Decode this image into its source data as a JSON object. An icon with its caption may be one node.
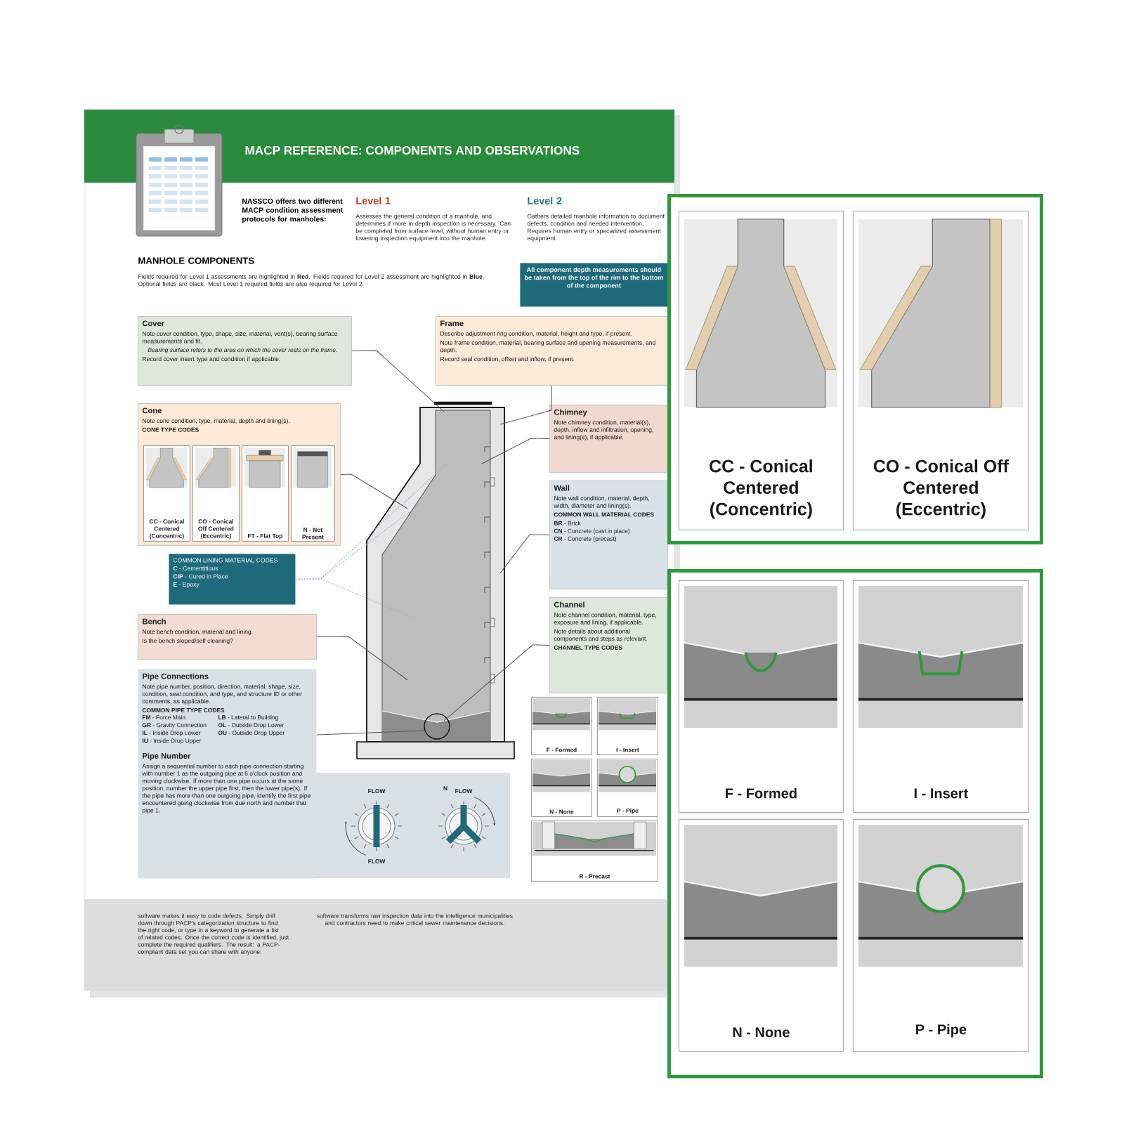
{
  "diagram": {
    "title": "MACP REFERENCE: COMPONENTS AND OBSERVATIONS",
    "nodes": [
      {
        "text": [
          "All component depth measurements should be taken from the top of the rim to the bottom of the component"
        ]
      },
      {
        "text": [
          "Cover",
          "Note cover condition, type, shape, size, material, vent(s), bearing surface measurements and fit.",
          "Bearing surface refers to the area on which the cover rests on the frame.",
          "Record cover insert type and condition if applicable."
        ]
      },
      {
        "text": [
          "Frame",
          "Describe adjustment ring condition, material, height and type, if present.",
          "Note frame condition, material, bearing surface and opening measurements, and depth.",
          "Record seal condition, offset and inflow, if present."
        ]
      },
      {
        "text": [
          "Cone",
          "Note cone condition, type, material, depth and lining(s).",
          "CONE TYPE CODES"
        ]
      },
      {
        "text": [
          "CC - Conical Centered (Concentric)"
        ],
        "in": 3
      },
      {
        "text": [
          "CO - Conical Off Centered (Eccentric)"
        ],
        "in": 3
      },
      {
        "text": [
          "FT - Flat Top"
        ],
        "in": 3
      },
      {
        "text": [
          "N - Not Present"
        ],
        "in": 3
      },
      {
        "text": [
          "Chimney",
          "Note chimney condition, material(s), depth, inflow and infiltration, opening, and lining(s), if applicable."
        ]
      },
      {
        "text": [
          "Wall",
          "Note wall condition, material, depth, width, diameter and lining(s).",
          "COMMON WALL MATERIAL CODES",
          "**BR** - Brick",
          "**CN** - Concrete (cast in place)",
          "**CR** - Concrete (precast)"
        ]
      },
      {
        "text": [
          "COMMON LINING MATERIAL CODES",
          "**C** - Cementitious",
          "**CIP** - Cured in Place",
          "**E** - Epoxy"
        ]
      },
      {
        "text": [
          "Bench",
          "Note bench condition, material and lining.",
          "Is the bench sloped/self cleaning?"
        ]
      },
      {
        "text": [
          "Channel",
          "Note channel condition, material, type, exposure and lining, if applicable.",
          "Note details about additional components and steps as relevant.",
          "CHANNEL TYPE CODES"
        ]
      },
      {
        "text": [
          "F - Formed"
        ]
      },
      {
        "text": [
          "I - Insert"
        ]
      },
      {
        "text": [
          "N - None"
        ]
      },
      {
        "text": [
          "P - Pipe"
        ]
      },
      {
        "text": [
          "R - Precast"
        ]
      },
      {
        "text": [
          "Pipe Connections",
          "Note pipe number, position, direction, material, shape, size, condition, seal condition, and type, and structure ID or other comments, as applicable.",
          "COMMON PIPE TYPE CODES",
          "**FM** - Force Main",
          "**GR** - Gravity Connection",
          "**IL** - Inside Drop Lower",
          "**IU** - Inside Drop Upper",
          "**LB** - Lateral to Building",
          "**OL** - Outside Drop Lower",
          "**OU** - Outside Drop Upper",
          "Pipe Number",
          "Assign a sequential number to each pipe connection starting with number 1 as the outgoing pipe at 6 o'clock position and moving clockwise. If more than one pipe occurs at the same position, number the upper pipe first, then the lower pipe(s). If the pipe has more than one outgoing pipe, identify the first pipe encountered going clockwise from due north and number that pipe 1."
        ]
      },
      {
        "text": [],
        "shape": "box"
      },
      {
        "text": [
          "CC - Conical Centered (Concentric)"
        ],
        "in": 19
      },
      {
        "text": [
          "CO - Conical Off Centered (Eccentric)"
        ],
        "in": 19
      },
      {
        "text": [],
        "shape": "box"
      },
      {
        "text": [
          "F - Formed"
        ],
        "in": 22
      },
      {
        "text": [
          "I - Insert"
        ],
        "in": 22
      },
      {
        "text": [
          "N - None"
        ],
        "in": 22
      },
      {
        "text": [
          "P - Pipe"
        ],
        "in": 22
      }
    ],
    "edges": [
      {
        "from": 1,
        "to": null,
        "arrow": "none"
      },
      {
        "from": 2,
        "to": null,
        "arrow": "none"
      },
      {
        "from": 3,
        "to": null,
        "arrow": "none"
      },
      {
        "from": 8,
        "to": null,
        "arrow": "none"
      },
      {
        "from": 9,
        "to": null,
        "arrow": "none"
      },
      {
        "from": 10,
        "to": null,
        "arrow": "none",
        "style": "dashed",
        "color": "#8cb3cf"
      },
      {
        "from": 10,
        "to": null,
        "arrow": "none",
        "style": "dashed",
        "color": "#8cb3cf"
      },
      {
        "from": 10,
        "to": null,
        "arrow": "none",
        "style": "dashed",
        "color": "#8cb3cf"
      },
      {
        "from": 11,
        "to": null,
        "arrow": "none"
      },
      {
        "from": 12,
        "to": null,
        "arrow": "none"
      },
      {
        "from": 18,
        "to": null,
        "arrow": "none"
      }
    ],
    "labels": [
      "NASSCO offers two different MACP condition assessment protocols for manholes:",
      "Level 1",
      "Assesses the general condition of a manhole, and determines if more in-depth inspection is necessary. Can be completed from surface level, without human entry or lowering inspection equipment into the manhole.",
      "Level 2",
      "Gathers detailed manhole information to document defects, condition and needed intervention. Requires human entry or specialized assessment equipment.",
      "MANHOLE COMPONENTS",
      "Fields required for Level 1 assessments are highlighted in **Red**. Fields required for Level 2 assessment are highlighted in **Blue**. Optional fields are black. Most Level 1 required fields are also required for Level 2.",
      "software makes it easy to code defects. Simply drill down through PACP's categorization structure to find the right code, or type in a keyword to generate a list of related codes. Once the correct code is identified, just complete the required qualifiers. The result: a PACP-compliant data set you can share with anyone.",
      "software transforms raw inspection data into the intelligence municipalities and contractors need to make critical sewer maintenance decisions.",
      "FLOW",
      "FLOW",
      "FLOW",
      "N"
    ]
  }
}
